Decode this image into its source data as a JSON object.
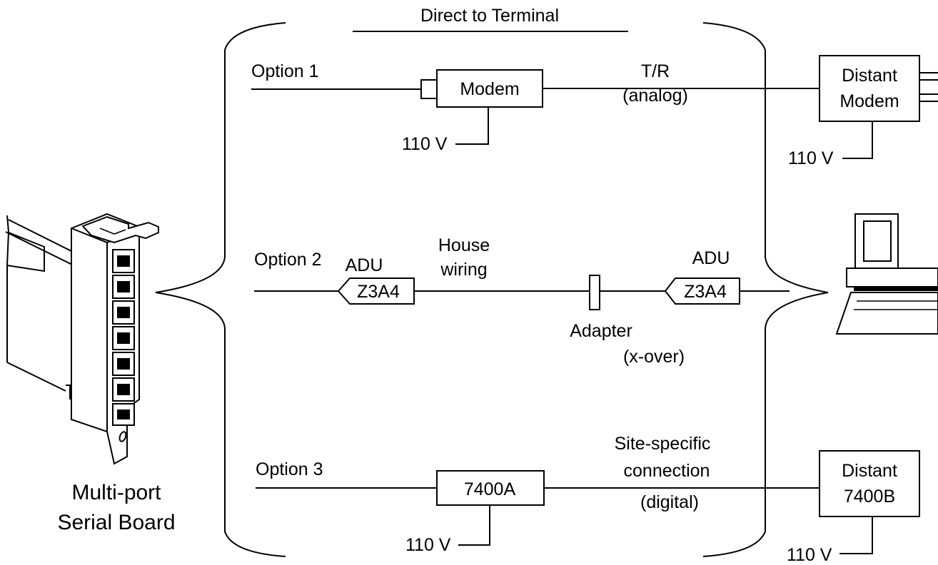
{
  "header": {
    "title": "Direct to Terminal"
  },
  "board": {
    "label_line1": "Multi-port",
    "label_line2": "Serial Board"
  },
  "option1": {
    "label": "Option 1",
    "device": "Modem",
    "power": "110 V",
    "link_line1": "T/R",
    "link_line2": "(analog)",
    "remote_line1": "Distant",
    "remote_line2": "Modem",
    "remote_power": "110 V"
  },
  "option2": {
    "label": "Option 2",
    "adu_left_title": "ADU",
    "adu_left_code": "Z3A4",
    "wiring_line1": "House",
    "wiring_line2": "wiring",
    "adapter_line1": "Adapter",
    "adapter_line2": "(x-over)",
    "adu_right_title": "ADU",
    "adu_right_code": "Z3A4"
  },
  "option3": {
    "label": "Option 3",
    "device": "7400A",
    "power": "110 V",
    "link_line1": "Site-specific",
    "link_line2": "connection",
    "link_line3": "(digital)",
    "remote_line1": "Distant",
    "remote_line2": "7400B",
    "remote_power": "110 V"
  },
  "icons": {
    "board": "serial-board-illustration",
    "terminal": "terminal-computer-icon"
  }
}
